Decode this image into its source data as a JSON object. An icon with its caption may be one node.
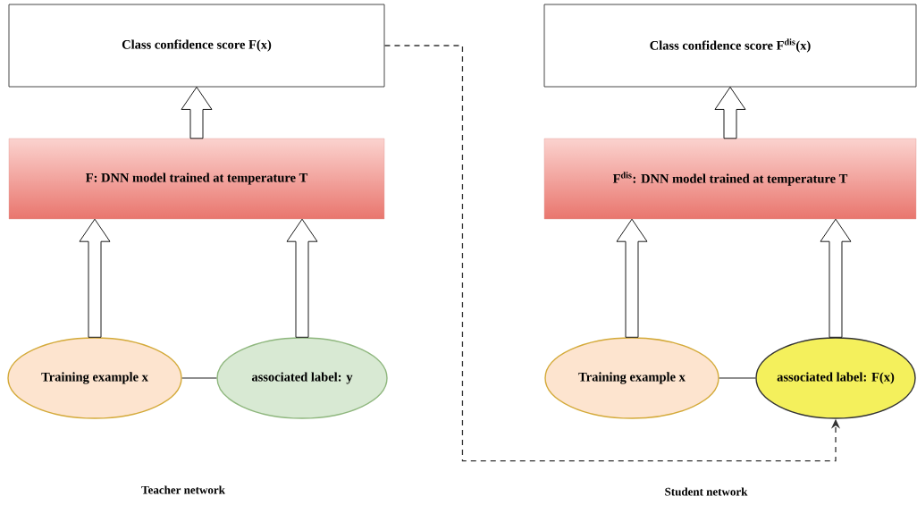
{
  "diagram": {
    "nodes": [
      {
        "text": [
          "Class confidence score F(x)"
        ]
      },
      {
        "text": [
          "F: DNN model trained at temperature T"
        ]
      },
      {
        "text": [
          "Training example x"
        ]
      },
      {
        "text": [
          "associated label:  y"
        ]
      },
      {
        "text": [
          "Class confidence score F$^{dis}$(x)"
        ]
      },
      {
        "text": [
          "F$^{dis}$: DNN  model trained at temperature T"
        ]
      },
      {
        "text": [
          "Training example x"
        ]
      },
      {
        "text": [
          "associated label: F(x)"
        ]
      }
    ],
    "edges": [
      {
        "from": 1,
        "to": 0,
        "arrow": "to"
      },
      {
        "from": 2,
        "to": 1,
        "arrow": "to"
      },
      {
        "from": 3,
        "to": 1,
        "arrow": "to"
      },
      {
        "from": 2,
        "to": 3,
        "arrow": "none"
      },
      {
        "from": 5,
        "to": 4,
        "arrow": "to"
      },
      {
        "from": 6,
        "to": 5,
        "arrow": "to"
      },
      {
        "from": 7,
        "to": 5,
        "arrow": "to"
      },
      {
        "from": 6,
        "to": 7,
        "arrow": "none"
      },
      {
        "from": 0,
        "to": 7,
        "arrow": "to",
        "style": "dashed"
      }
    ],
    "labels": [
      "Teacher network",
      "Student network"
    ]
  }
}
